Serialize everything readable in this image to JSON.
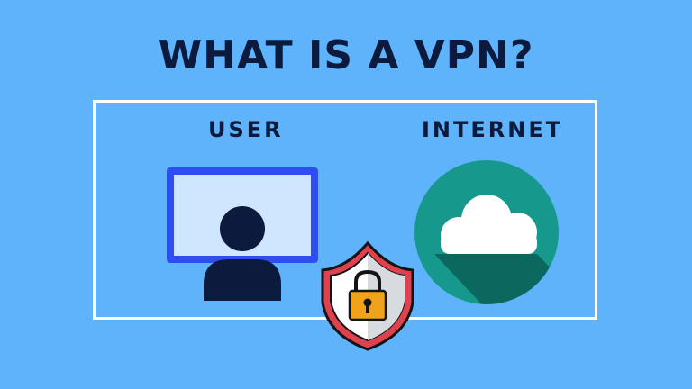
{
  "title": "WHAT IS A VPN?",
  "labels": {
    "user": "USER",
    "internet": "INTERNET"
  },
  "colors": {
    "background": "#5eb3fb",
    "text": "#0c1a3d",
    "monitor_frame": "#2e4ef0",
    "monitor_screen": "#cfe6ff",
    "globe": "#16998c",
    "shield_outer": "#e0414e",
    "lock": "#f0a21a"
  },
  "icons": [
    "monitor-icon",
    "user-icon",
    "shield-icon",
    "padlock-icon",
    "globe-icon",
    "cloud-icon"
  ]
}
